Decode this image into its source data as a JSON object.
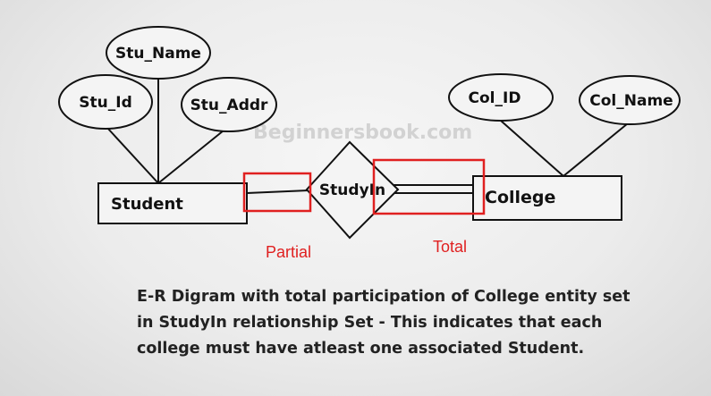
{
  "watermark": "Beginnersbook.com",
  "entities": {
    "student": "Student",
    "college": "College"
  },
  "attributes": {
    "stu_name": "Stu_Name",
    "stu_id": "Stu_Id",
    "stu_addr": "Stu_Addr",
    "col_id": "Col_ID",
    "col_name": "Col_Name"
  },
  "relationship": "StudyIn",
  "annotations": {
    "partial": "Partial",
    "total": "Total",
    "highlight_color": "#e02020"
  },
  "caption": {
    "lines": [
      "E-R Digram with total participation of College entity set",
      "in StudyIn relationship Set - This indicates that each",
      "college must have atleast one associated Student."
    ]
  }
}
